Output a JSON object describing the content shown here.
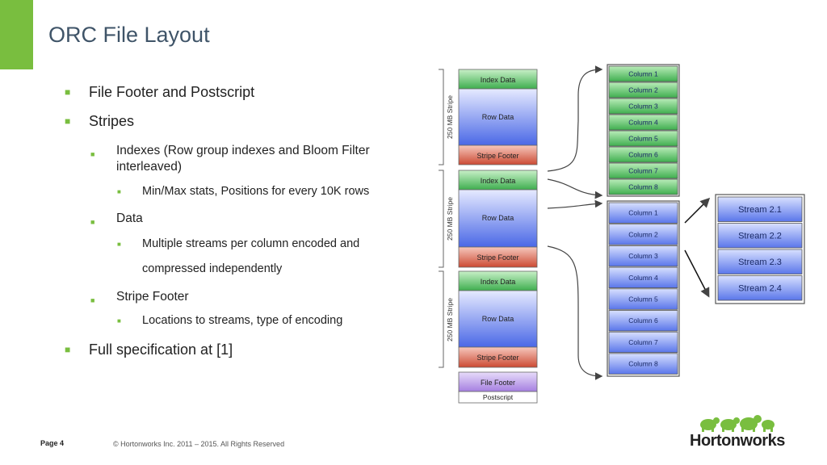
{
  "slide": {
    "title": "ORC File Layout",
    "page": "Page 4",
    "copyright": "© Hortonworks Inc. 2011 – 2015. All Rights Reserved",
    "brand": "Hortonworks"
  },
  "bullets": {
    "b1": "File Footer and Postscript",
    "b2": "Stripes",
    "b3_line1": "Indexes (Row group indexes and Bloom Filter",
    "b3_line2": "interleaved)",
    "b4": "Min/Max stats, Positions for every 10K rows",
    "b5": "Data",
    "b6": "Multiple streams per column encoded and",
    "b6_cont": "compressed independently",
    "b7": "Stripe Footer",
    "b8": "Locations to streams, type of encoding",
    "b9": "Full specification at [1]"
  },
  "diagram": {
    "stripe_label": "250 MB Stripe",
    "stripes": [
      {
        "index": "Index Data",
        "row": "Row Data",
        "footer": "Stripe Footer"
      },
      {
        "index": "Index Data",
        "row": "Row Data",
        "footer": "Stripe Footer"
      },
      {
        "index": "Index Data",
        "row": "Row Data",
        "footer": "Stripe Footer"
      }
    ],
    "file_footer": "File Footer",
    "postscript": "Postscript",
    "index_columns": [
      "Column 1",
      "Column 2",
      "Column 3",
      "Column 4",
      "Column 5",
      "Column 6",
      "Column 7",
      "Column 8"
    ],
    "data_columns": [
      "Column 1",
      "Column 2",
      "Column 3",
      "Column 4",
      "Column 5",
      "Column 6",
      "Column 7",
      "Column 8"
    ],
    "streams": [
      "Stream 2.1",
      "Stream 2.2",
      "Stream 2.3",
      "Stream 2.4"
    ],
    "colors": {
      "index": "#5cc26a",
      "row": "#6f8ef2",
      "footer": "#d9624d",
      "file_footer": "#b597e6",
      "accent": "#79be3f"
    }
  }
}
